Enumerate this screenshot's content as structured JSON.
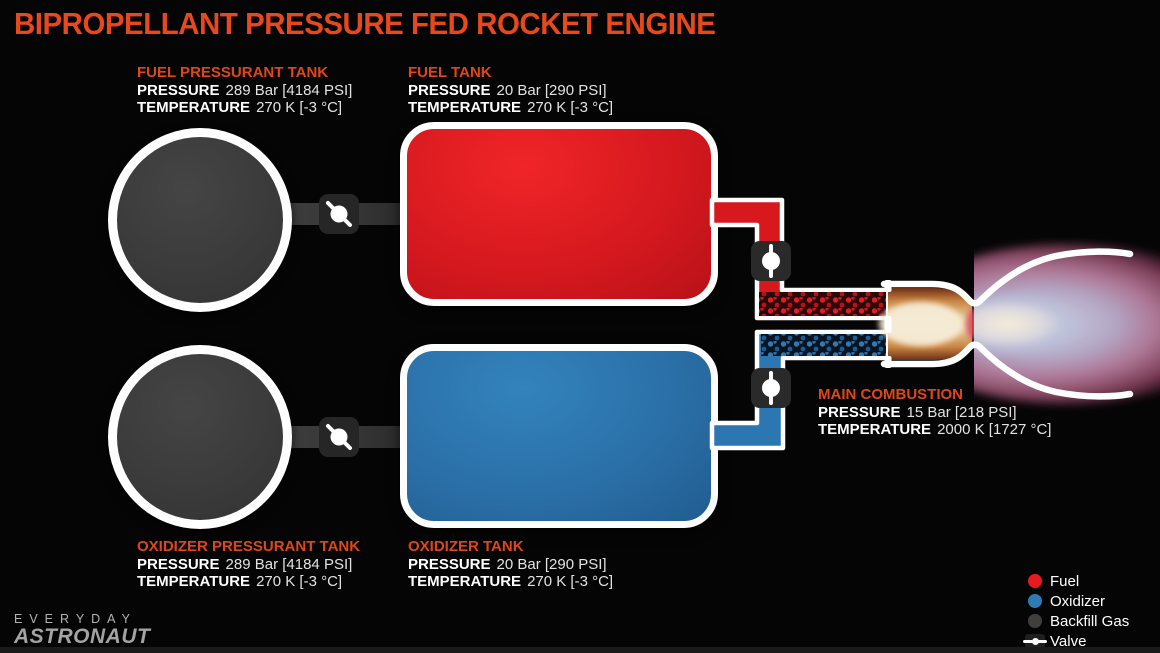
{
  "title": "BIPROPELLANT PRESSURE FED ROCKET ENGINE",
  "labels": {
    "pressure": "PRESSURE",
    "temperature": "TEMPERATURE"
  },
  "tanks": {
    "fuel_pressurant": {
      "name": "FUEL PRESSURANT TANK",
      "pressure": "289 Bar [4184 PSI]",
      "temperature": "270 K [-3 °C]"
    },
    "fuel": {
      "name": "FUEL TANK",
      "pressure": "20 Bar [290 PSI]",
      "temperature": "270 K [-3 °C]"
    },
    "oxidizer_pressurant": {
      "name": "OXIDIZER PRESSURANT TANK",
      "pressure": "289 Bar [4184 PSI]",
      "temperature": "270 K [-3 °C]"
    },
    "oxidizer": {
      "name": "OXIDIZER TANK",
      "pressure": "20 Bar [290 PSI]",
      "temperature": "270 K [-3 °C]"
    },
    "main_combustion": {
      "name": "MAIN COMBUSTION",
      "pressure": "15 Bar [218 PSI]",
      "temperature": "2000 K [1727 °C]"
    }
  },
  "legend": {
    "items": [
      {
        "label": "Fuel",
        "color": "#e8191f"
      },
      {
        "label": "Oxidizer",
        "color": "#2e7ab5"
      },
      {
        "label": "Backfill Gas",
        "color": "#3f3f3f"
      },
      {
        "label": "Valve",
        "color": "#1f1f1f"
      }
    ]
  },
  "logo": {
    "line1": "EVERYDAY",
    "line2": "ASTRONAUT"
  },
  "colors": {
    "accent": "#e8491c",
    "fuel": "#e8191f",
    "oxidizer": "#2e7ab5",
    "backfill": "#3d3d3d",
    "background": "#050505"
  }
}
